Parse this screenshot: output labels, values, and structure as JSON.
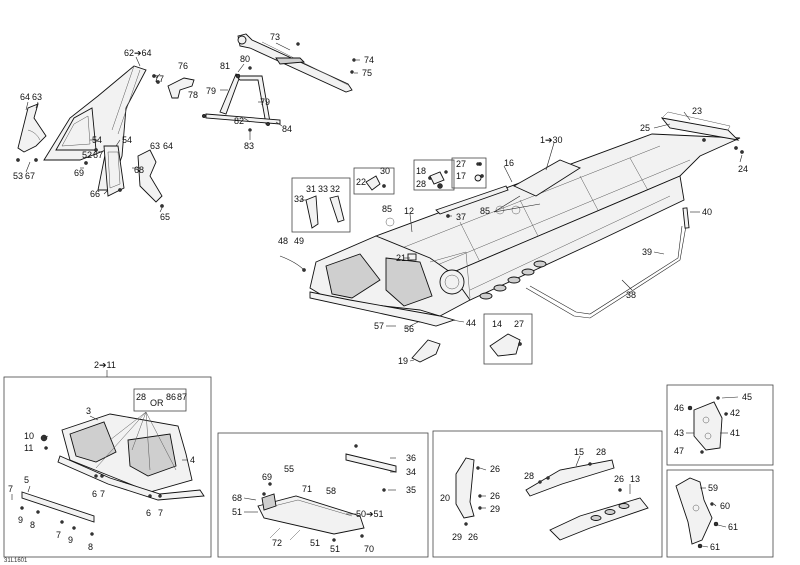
{
  "diagram_code": "31L1601",
  "or_label": "OR",
  "callouts": {
    "c62_64": "62➔64",
    "c64a": "64",
    "c63a": "63",
    "c77": "77",
    "c76": "76",
    "c78": "78",
    "c54a": "54",
    "c52": "52",
    "c67a": "67",
    "c54b": "54",
    "c63b": "63",
    "c64b": "64",
    "c53": "53",
    "c67b": "67",
    "c69a": "69",
    "c68a": "68",
    "c66": "66",
    "c65": "65",
    "c73": "73",
    "c74": "74",
    "c75": "75",
    "c81": "81",
    "c80": "80",
    "c79a": "79",
    "c79b": "79",
    "c82": "82",
    "c84": "84",
    "c83": "83",
    "c23": "23",
    "c25": "25",
    "c24": "24",
    "c1_30": "1➔30",
    "c16": "16",
    "c18": "18",
    "c28a": "28",
    "c27a": "27",
    "c17": "17",
    "c85a": "85",
    "c85b": "85",
    "c12": "12",
    "c37": "37",
    "c22": "22",
    "c30": "30",
    "c31": "31",
    "c33a": "33",
    "c32": "32",
    "c33b": "33",
    "c48": "48",
    "c49": "49",
    "c21": "21",
    "c40": "40",
    "c39": "39",
    "c38": "38",
    "c14": "14",
    "c27b": "27",
    "c44": "44",
    "c57": "57",
    "c56": "56",
    "c19": "19",
    "c2_11": "2➔11",
    "c3": "3",
    "c28b": "28",
    "c86": "86",
    "c87": "87",
    "c10": "10",
    "c11": "11",
    "c4": "4",
    "c5": "5",
    "c7a": "7",
    "c6a": "6",
    "c7b": "7",
    "c6b": "6",
    "c7c": "7",
    "c9a": "9",
    "c8a": "8",
    "c7d": "7",
    "c9b": "9",
    "c8b": "8",
    "c36": "36",
    "c34": "34",
    "c35": "35",
    "c69b": "69",
    "c55": "55",
    "c71": "71",
    "c58": "58",
    "c68b": "68",
    "c51a": "51",
    "c50_51": "50➔51",
    "c72": "72",
    "c51b": "51",
    "c51c": "51",
    "c70": "70",
    "c26a": "26",
    "c15": "15",
    "c28c": "28",
    "c28d": "28",
    "c20": "20",
    "c26b": "26",
    "c29a": "29",
    "c26c": "26",
    "c13": "13",
    "c29b": "29",
    "c26d": "26",
    "c45": "45",
    "c46": "46",
    "c42": "42",
    "c43": "43",
    "c41": "41",
    "c47": "47",
    "c59": "59",
    "c60": "60",
    "c61a": "61",
    "c61b": "61"
  }
}
